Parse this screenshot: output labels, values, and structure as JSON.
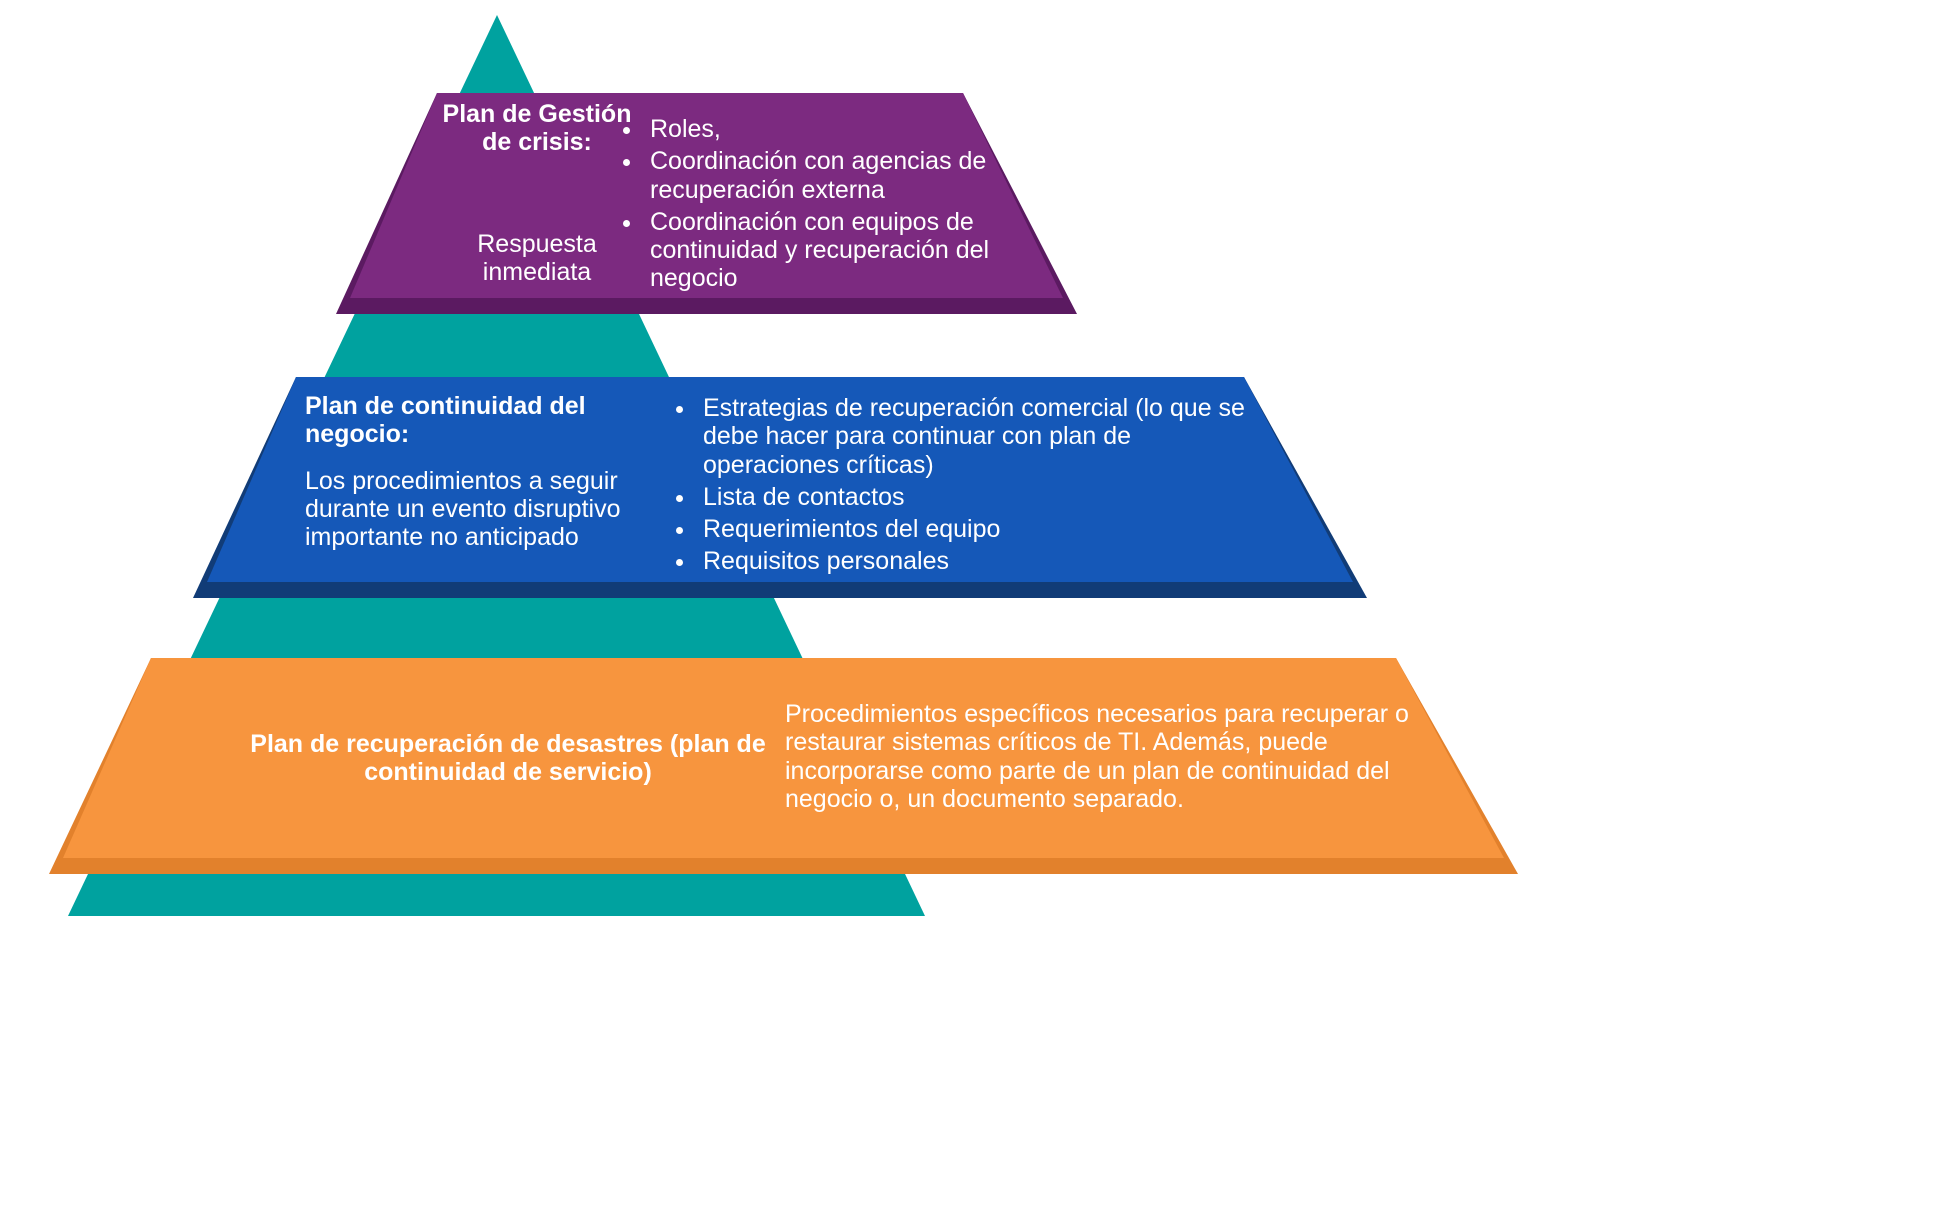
{
  "colors": {
    "background": "#FFFFFF",
    "pyramid": "#00A29F",
    "crisis_band": "#7C2A80",
    "crisis_shadow": "#5B1A61",
    "continuity_band": "#1558B8",
    "continuity_shadow": "#113C77",
    "recovery_band": "#F7953E",
    "recovery_shadow": "#E2812C",
    "text": "#FFFFFF"
  },
  "bands": [
    {
      "id": "plan-gestion-crisis",
      "title": "Plan de Gestión de crisis:",
      "subtitle": "Respuesta inmediata",
      "bullets": [
        "Roles,",
        "Coordinación con agencias de recuperación externa",
        "Coordinación con equipos de continuidad y recuperación del negocio"
      ]
    },
    {
      "id": "plan-continuidad-negocio",
      "title": "Plan de continuidad del negocio:",
      "description": "Los procedimientos a seguir durante un evento disruptivo importante no anticipado",
      "bullets": [
        "Estrategias de recuperación comercial (lo que se debe hacer para continuar con plan de operaciones críticas)",
        "Lista de contactos",
        "Requerimientos del equipo",
        "Requisitos personales"
      ]
    },
    {
      "id": "plan-recuperacion-desastres",
      "title": "Plan de recuperación de desastres (plan de continuidad de servicio)",
      "description": "Procedimientos específicos necesarios para recuperar o restaurar sistemas críticos de TI. Además, puede incorporarse como parte de un plan de continuidad del negocio o, un documento separado."
    }
  ]
}
